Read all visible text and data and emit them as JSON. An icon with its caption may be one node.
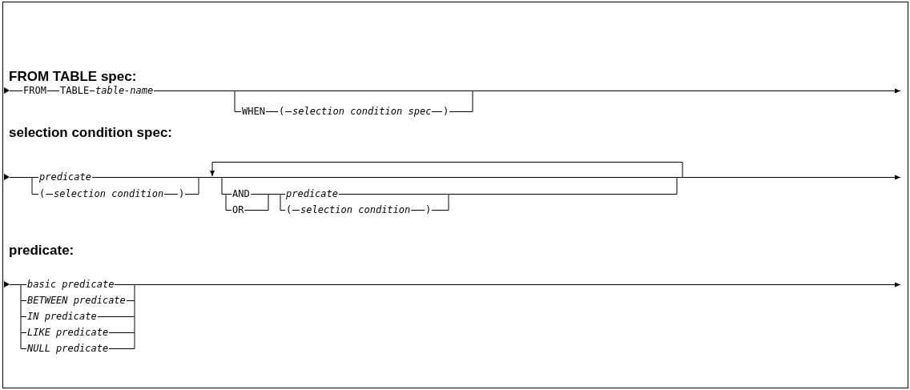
{
  "diagram": {
    "labels": [
      "FROM TABLE spec:",
      "FROM",
      "TABLE",
      "table-name",
      "WHEN",
      "(",
      "selection condition spec",
      ")",
      "selection condition spec:",
      "predicate",
      "(",
      "selection condition",
      ")",
      "AND",
      "OR",
      "predicate",
      "(",
      "selection condition",
      ")",
      "predicate:",
      "basic predicate",
      "BETWEEN predicate",
      "IN predicate",
      "LIKE predicate",
      "NULL predicate"
    ]
  }
}
